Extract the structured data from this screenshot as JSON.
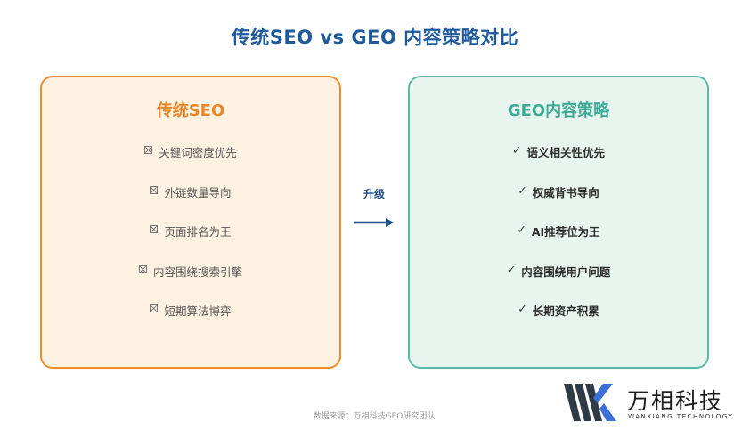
{
  "title": "传统SEO vs GEO 内容策略对比",
  "left_card": {
    "title": "传统SEO",
    "items": [
      "关键词密度优先",
      "外链数量导向",
      "页面排名为王",
      "内容围绕搜索引擎",
      "短期算法博弈"
    ]
  },
  "right_card": {
    "title": "GEO内容策略",
    "items": [
      "语义相关性优先",
      "权威背书导向",
      "AI推荐位为王",
      "内容围绕用户问题",
      "长期资产积累"
    ]
  },
  "connector": {
    "label": "升级",
    "icon": "arrow-right-icon"
  },
  "markers": {
    "left": "checkbox-crossed-icon",
    "right": "✓"
  },
  "footer": {
    "source": "数据来源：万相科技GEO研究团队"
  },
  "logo": {
    "name": "万相科技",
    "subtitle": "WANXIANG TECHNOLOGY"
  },
  "colors": {
    "title": "#1f5a9a",
    "left_border": "#ec8e2f",
    "left_bg": "#fdf1e1",
    "left_title": "#e8862a",
    "right_border": "#5ab8a6",
    "right_bg": "#e8f5ef",
    "right_title": "#3daa96",
    "arrow": "#1f4f86"
  }
}
